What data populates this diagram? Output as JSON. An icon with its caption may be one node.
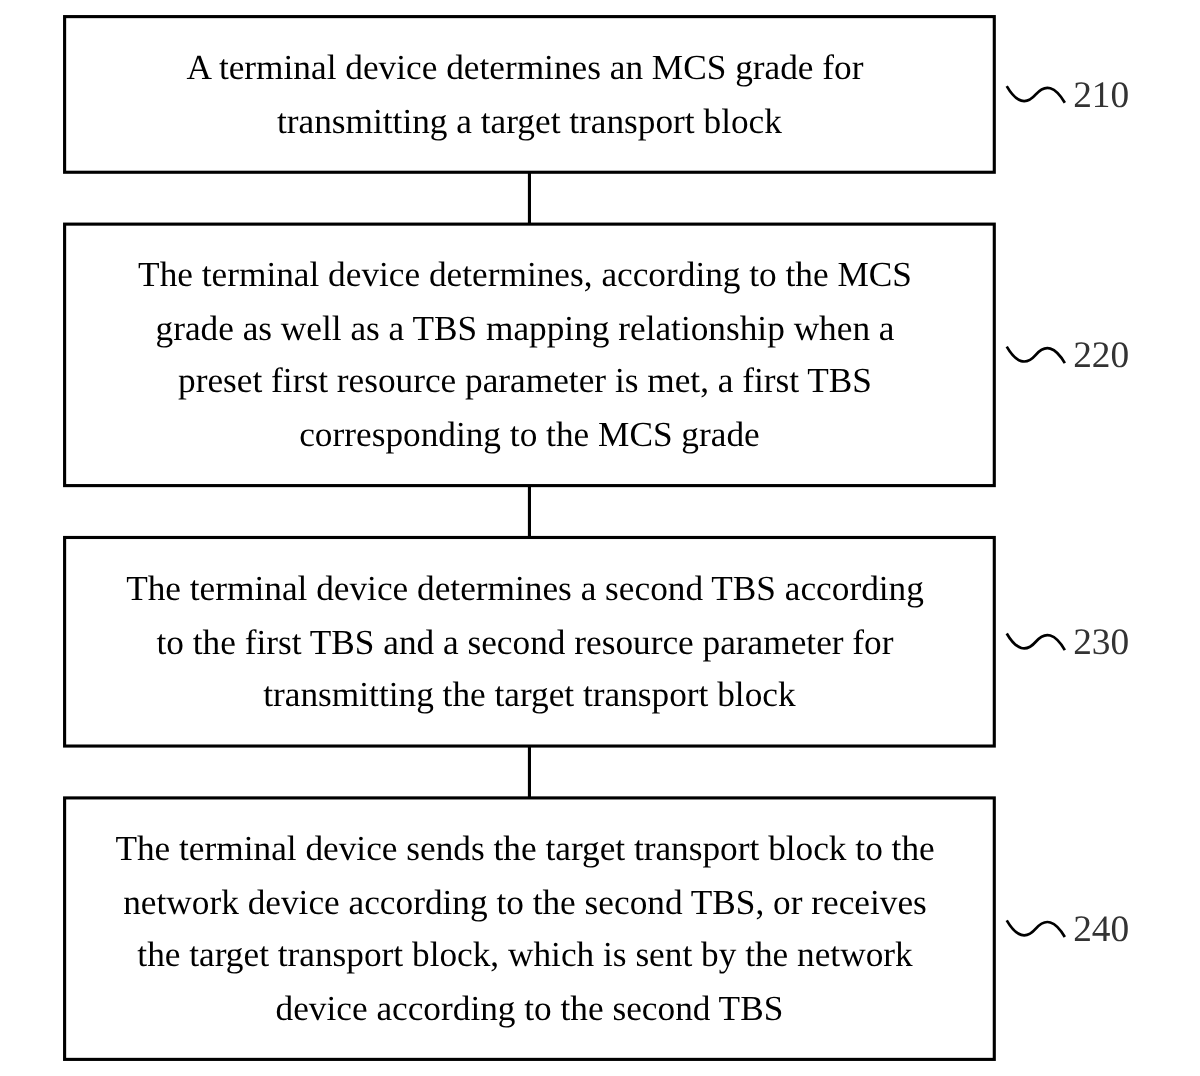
{
  "diagram": {
    "nodes": [
      {
        "text": [
          "A terminal device determines an MCS grade for transmitting a target transport block"
        ],
        "beside": [
          "210"
        ]
      },
      {
        "text": [
          "The terminal device determines, according to the MCS grade as well as a TBS mapping relationship when a preset first resource parameter is met, a first TBS corresponding to the MCS grade"
        ],
        "beside": [
          "220"
        ]
      },
      {
        "text": [
          "The terminal device determines a second TBS according to the first TBS and a second resource parameter for transmitting the target transport block"
        ],
        "beside": [
          "230"
        ]
      },
      {
        "text": [
          "The terminal device sends the target transport block to the network device according to the second TBS, or receives the target transport block, which is sent by the network device according to the second TBS"
        ],
        "beside": [
          "240"
        ]
      }
    ],
    "edges": [
      {
        "from": 0,
        "to": 1,
        "arrow": "none"
      },
      {
        "from": 1,
        "to": 2,
        "arrow": "none"
      },
      {
        "from": 2,
        "to": 3,
        "arrow": "none"
      }
    ]
  }
}
